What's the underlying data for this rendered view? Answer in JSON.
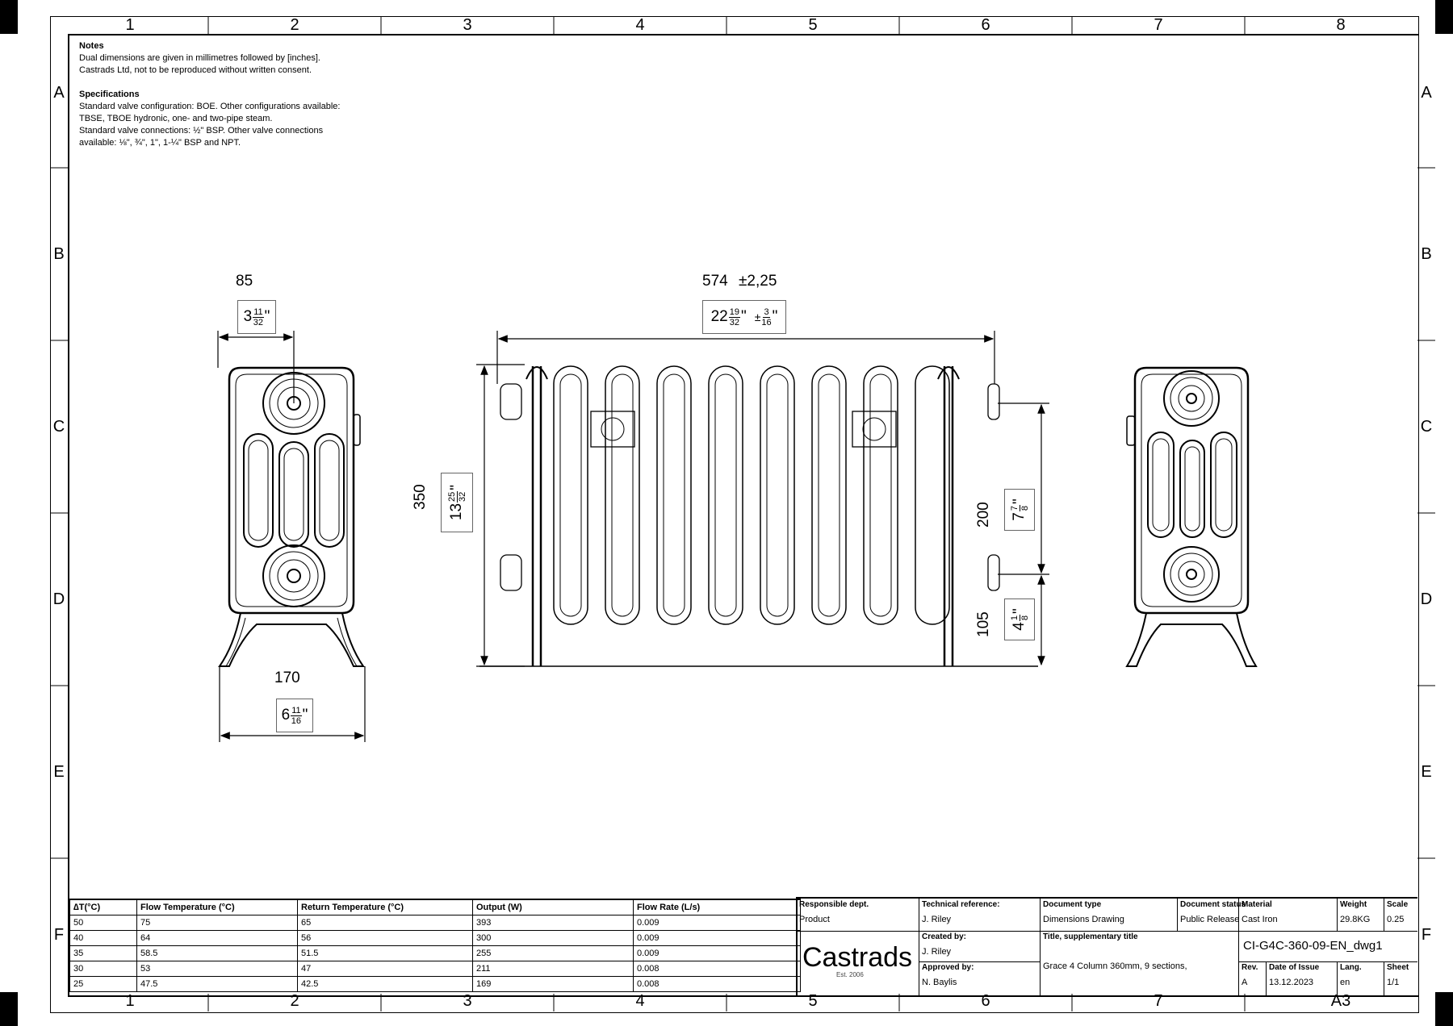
{
  "zones": {
    "columns": [
      "1",
      "2",
      "3",
      "4",
      "5",
      "6",
      "7",
      "8"
    ],
    "rows": [
      "A",
      "B",
      "C",
      "D",
      "E",
      "F"
    ]
  },
  "notes": {
    "heading": "Notes",
    "line1": "Dual dimensions are given in millimetres followed by [inches].",
    "line2": "Castrads Ltd, not to be reproduced without written consent.",
    "spec_heading": "Specifications",
    "spec1": "Standard valve configuration: BOE. Other configurations available:",
    "spec2": "TBSE, TBOE hydronic, one- and two-pipe steam.",
    "spec3": "Standard valve connections: ½\" BSP. Other valve connections",
    "spec4": "available: ⅛\", ¾\", 1\", 1-¼\" BSP and NPT."
  },
  "dimensions": {
    "side_depth_mm": "85",
    "side_depth_in_whole": "3",
    "side_depth_in_num": "11",
    "side_depth_in_den": "32",
    "side_width_mm": "170",
    "side_width_in_whole": "6",
    "side_width_in_num": "11",
    "side_width_in_den": "16",
    "length_mm": "574",
    "length_tol_mm": "±2,25",
    "length_in_whole": "22",
    "length_in_num": "19",
    "length_in_den": "32",
    "length_tol_in_num": "3",
    "length_tol_in_den": "16",
    "height_mm": "350",
    "height_in_whole": "13",
    "height_in_num": "25",
    "height_in_den": "32",
    "centres_mm": "200",
    "centres_in_whole": "7",
    "centres_in_num": "7",
    "centres_in_den": "8",
    "floor_mm": "105",
    "floor_in_whole": "4",
    "floor_in_num": "1",
    "floor_in_den": "8",
    "inch_mark": "\""
  },
  "performance": {
    "headers": [
      "∆T(°C)",
      "Flow Temperature (°C)",
      "Return Temperature (°C)",
      "Output (W)",
      "Flow Rate (L/s)"
    ],
    "rows": [
      [
        "50",
        "75",
        "65",
        "393",
        "0.009"
      ],
      [
        "40",
        "64",
        "56",
        "300",
        "0.009"
      ],
      [
        "35",
        "58.5",
        "51.5",
        "255",
        "0.009"
      ],
      [
        "30",
        "53",
        "47",
        "211",
        "0.008"
      ],
      [
        "25",
        "47.5",
        "42.5",
        "169",
        "0.008"
      ]
    ]
  },
  "title_block": {
    "responsible_dept_label": "Responsible dept.",
    "responsible_dept": "Product",
    "tech_ref_label": "Technical reference:",
    "tech_ref": "J. Riley",
    "doc_type_label": "Document type",
    "doc_type": "Dimensions Drawing",
    "doc_status_label": "Document status",
    "doc_status": "Public Release",
    "material_label": "Material",
    "material": "Cast Iron",
    "weight_label": "Weight",
    "weight": "29.8KG",
    "scale_label": "Scale",
    "scale": "0.25",
    "created_by_label": "Created by:",
    "created_by": "J. Riley",
    "approved_by_label": "Approved by:",
    "approved_by": "N. Baylis",
    "title_label": "Title, supplementary title",
    "title": "Grace 4 Column 360mm, 9 sections,",
    "doc_number": "CI-G4C-360-09-EN_dwg1",
    "rev_label": "Rev.",
    "rev": "A",
    "date_label": "Date of Issue",
    "date": "13.12.2023",
    "lang_label": "Lang.",
    "lang": "en",
    "sheet_label": "Sheet",
    "sheet": "1/1",
    "paper_size": "A3",
    "logo": "Castrads",
    "logo_est": "Est. 2006"
  }
}
